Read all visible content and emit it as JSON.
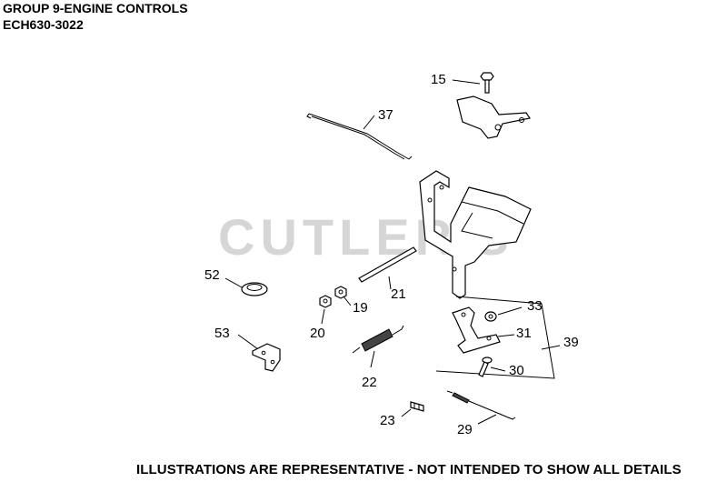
{
  "header": {
    "title": "GROUP 9-ENGINE CONTROLS",
    "model": "ECH630-3022"
  },
  "watermark": "CUTLER'S",
  "footer": "ILLUSTRATIONS ARE REPRESENTATIVE - NOT INTENDED TO SHOW ALL DETAILS",
  "callouts": {
    "c15": "15",
    "c37": "37",
    "c52": "52",
    "c21": "21",
    "c33": "33",
    "c19": "19",
    "c20": "20",
    "c31": "31",
    "c53": "53",
    "c39": "39",
    "c30": "30",
    "c22": "22",
    "c23": "23",
    "c29": "29"
  }
}
